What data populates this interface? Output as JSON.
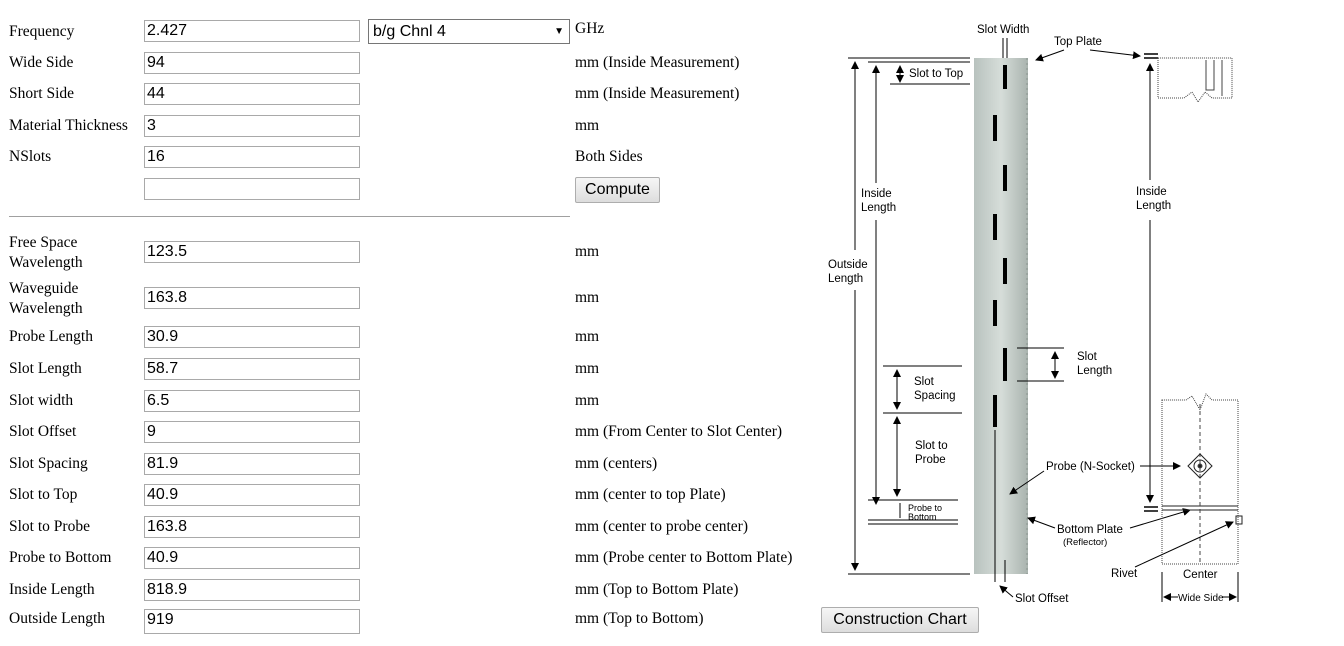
{
  "inputs": {
    "frequency": {
      "label": "Frequency",
      "value": "2.427",
      "unit": "GHz"
    },
    "channel_select": "b/g Chnl 4",
    "wide_side": {
      "label": "Wide Side",
      "value": "94",
      "unit": "mm (Inside Measurement)"
    },
    "short_side": {
      "label": "Short Side",
      "value": "44",
      "unit": "mm (Inside Measurement)"
    },
    "material_thickness": {
      "label": "Material Thickness",
      "value": "3",
      "unit": "mm"
    },
    "nslots": {
      "label": "NSlots",
      "value": "16",
      "unit": "Both Sides"
    },
    "extra_value": "",
    "compute_label": "Compute"
  },
  "results": [
    {
      "label": "Free Space Wavelength",
      "value": "123.5",
      "unit": "mm"
    },
    {
      "label": "Waveguide Wavelength",
      "value": "163.8",
      "unit": "mm"
    },
    {
      "label": "Probe Length",
      "value": "30.9",
      "unit": "mm"
    },
    {
      "label": "Slot Length",
      "value": "58.7",
      "unit": "mm"
    },
    {
      "label": "Slot width",
      "value": "6.5",
      "unit": "mm"
    },
    {
      "label": "Slot Offset",
      "value": "9",
      "unit": "mm (From Center to Slot Center)"
    },
    {
      "label": "Slot Spacing",
      "value": "81.9",
      "unit": "mm (centers)"
    },
    {
      "label": "Slot to Top",
      "value": "40.9",
      "unit": "mm (center to top Plate)"
    },
    {
      "label": "Slot to Probe",
      "value": "163.8",
      "unit": "mm (center to probe center)"
    },
    {
      "label": "Probe to Bottom",
      "value": "40.9",
      "unit": "mm (Probe center to Bottom Plate)"
    },
    {
      "label": "Inside Length",
      "value": "818.9",
      "unit": "mm (Top to Bottom Plate)"
    },
    {
      "label": "Outside Length",
      "value": "919",
      "unit": "mm (Top to Bottom)"
    }
  ],
  "construction_chart_label": "Construction Chart",
  "diagram": {
    "slot_width": "Slot Width",
    "top_plate": "Top Plate",
    "slot_to_top": "Slot to Top",
    "inside_length_1": "Inside",
    "inside_length_2": "Length",
    "outside_length_1": "Outside",
    "outside_length_2": "Length",
    "slot_length_1": "Slot",
    "slot_length_2": "Length",
    "slot_spacing_1": "Slot",
    "slot_spacing_2": "Spacing",
    "slot_to_probe_1": "Slot to",
    "slot_to_probe_2": "Probe",
    "probe_to_bottom_1": "Probe to",
    "probe_to_bottom_2": "Bottom",
    "probe_nsocket": "Probe (N-Socket)",
    "bottom_plate": "Bottom Plate",
    "reflector": "(Reflector)",
    "rivet": "Rivet",
    "center": "Center",
    "wide_side": "Wide Side",
    "slot_offset": "Slot Offset"
  }
}
